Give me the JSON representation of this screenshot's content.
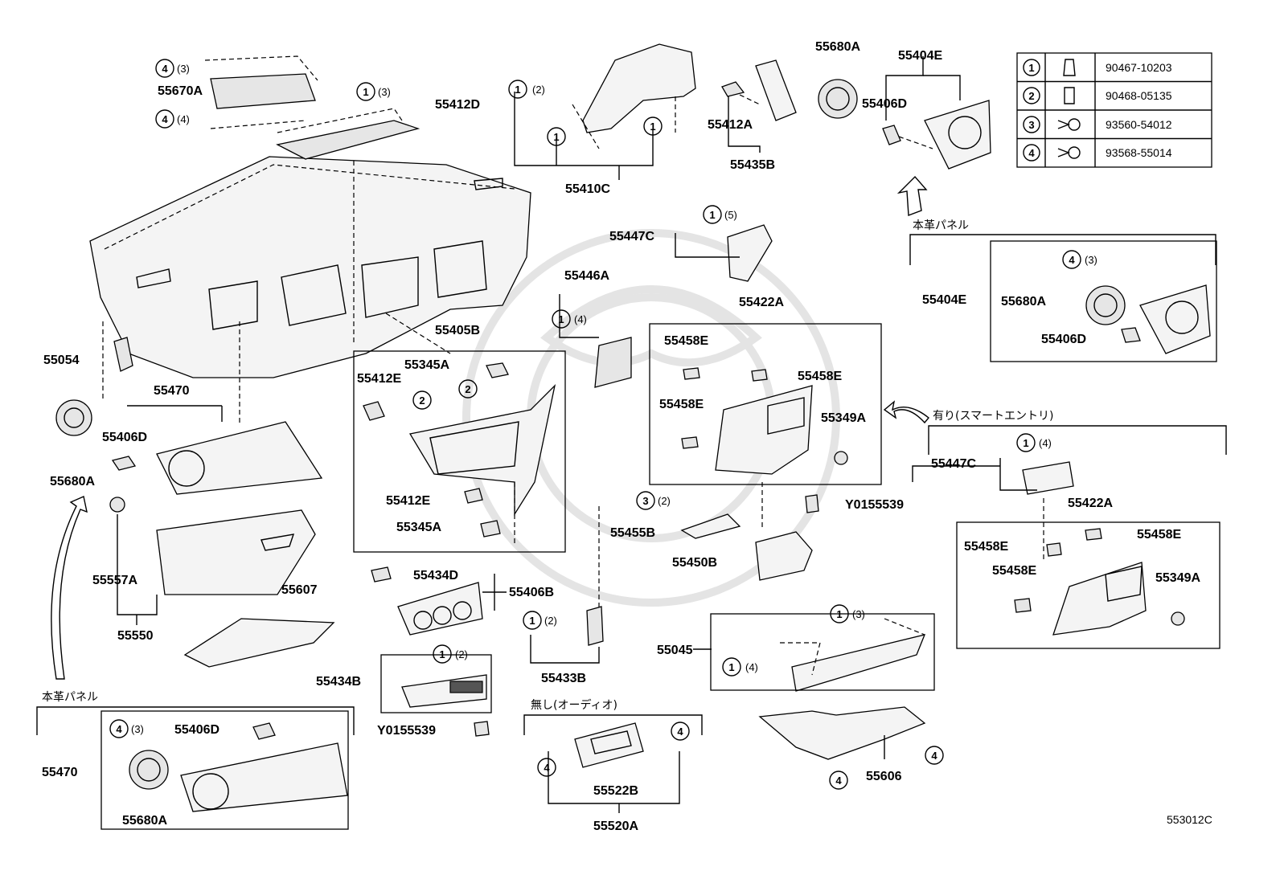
{
  "diagram_id": "553012C",
  "regions": {
    "leather_panel_top": "本革パネル",
    "leather_panel_bottom": "本革パネル",
    "smart_entry_yes": "有り(スマートエントリ)",
    "audio_none": "無し(オーディオ)"
  },
  "legend": [
    {
      "num": "1",
      "code": "90467-10203",
      "icon": "clip-icon"
    },
    {
      "num": "2",
      "code": "90468-05135",
      "icon": "clip-icon"
    },
    {
      "num": "3",
      "code": "93560-54012",
      "icon": "screw-icon"
    },
    {
      "num": "4",
      "code": "93568-55014",
      "icon": "screw-icon"
    }
  ],
  "parts": {
    "p55670A": "55670A",
    "p55412D": "55412D",
    "p55410C": "55410C",
    "p55412A": "55412A",
    "p55435B": "55435B",
    "p55680A_top": "55680A",
    "p55404E_top": "55404E",
    "p55406D_top": "55406D",
    "p55447C_mid": "55447C",
    "p55446A": "55446A",
    "p55422A_mid": "55422A",
    "p55405B": "55405B",
    "p55345A_1": "55345A",
    "p55412E_1": "55412E",
    "p55412E_2": "55412E",
    "p55345A_2": "55345A",
    "p55458E_1": "55458E",
    "p55458E_2": "55458E",
    "p55458E_3": "55458E",
    "p55349A_mid": "55349A",
    "p55054": "55054",
    "p55470_top": "55470",
    "p55406D_left": "55406D",
    "p55680A_left": "55680A",
    "p55557A": "55557A",
    "p55550": "55550",
    "p55607": "55607",
    "p55434D": "55434D",
    "p55406B": "55406B",
    "p55433B": "55433B",
    "p55434B": "55434B",
    "pY0155539_1": "Y0155539",
    "pY0155539_2": "Y0155539",
    "p55455B": "55455B",
    "p55450B": "55450B",
    "p55045": "55045",
    "p55606": "55606",
    "p55522B": "55522B",
    "p55520A": "55520A",
    "p55404E_box": "55404E",
    "p55680A_box": "55680A",
    "p55406D_box": "55406D",
    "p55447C_r": "55447C",
    "p55422A_r": "55422A",
    "p55458E_r1": "55458E",
    "p55458E_r2": "55458E",
    "p55458E_r3": "55458E",
    "p55349A_r": "55349A",
    "p55470_bot": "55470",
    "p55406D_bot": "55406D",
    "p55680A_bot": "55680A"
  },
  "callouts": {
    "c1": {
      "n": "4",
      "q": "(3)"
    },
    "c2": {
      "n": "4",
      "q": "(4)"
    },
    "c3": {
      "n": "1",
      "q": "(3)"
    },
    "c4": {
      "n": "1",
      "q": "(2)"
    },
    "c5": {
      "n": "1",
      "q": ""
    },
    "c6": {
      "n": "1",
      "q": ""
    },
    "c7": {
      "n": "1",
      "q": "(5)"
    },
    "c8": {
      "n": "1",
      "q": "(4)"
    },
    "c9": {
      "n": "2",
      "q": ""
    },
    "c10": {
      "n": "2",
      "q": ""
    },
    "c11": {
      "n": "3",
      "q": "(2)"
    },
    "c12": {
      "n": "1",
      "q": "(2)"
    },
    "c13": {
      "n": "1",
      "q": "(2)"
    },
    "c14": {
      "n": "1",
      "q": "(3)"
    },
    "c15": {
      "n": "1",
      "q": "(4)"
    },
    "c16": {
      "n": "4",
      "q": ""
    },
    "c17": {
      "n": "4",
      "q": ""
    },
    "c18": {
      "n": "4",
      "q": ""
    },
    "c19": {
      "n": "4",
      "q": ""
    },
    "c20": {
      "n": "4",
      "q": "(3)"
    },
    "c21": {
      "n": "1",
      "q": "(4)"
    },
    "c22": {
      "n": "4",
      "q": "(3)"
    }
  }
}
